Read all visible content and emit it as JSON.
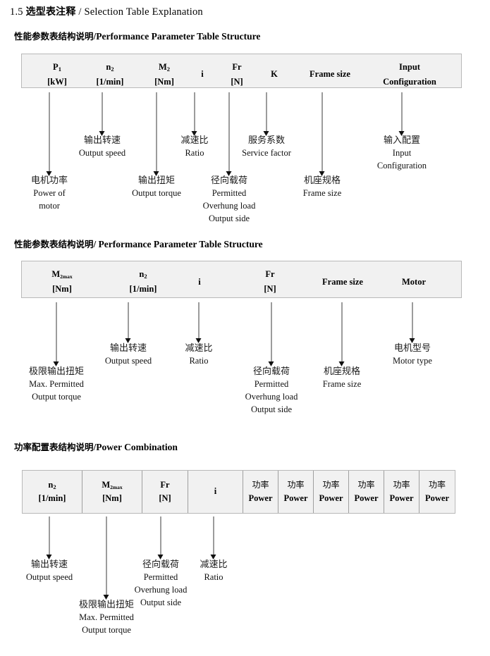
{
  "title": {
    "number": "1.5",
    "cn": "选型表注释",
    "sep": "/",
    "en": "Selection Table Explanation"
  },
  "sections": [
    {
      "id": "performance-1",
      "heading_cn": "性能参数表结构说明",
      "heading_sep": "/",
      "heading_en": "Performance Parameter Table Structure",
      "columns": [
        {
          "top": "P",
          "top_sub": "1",
          "bottom": "[kW]"
        },
        {
          "top": "n",
          "top_sub": "2",
          "bottom": "[1/min]"
        },
        {
          "top": "M",
          "top_sub": "2",
          "bottom": "[Nm]"
        },
        {
          "top": "i",
          "top_sub": "",
          "bottom": ""
        },
        {
          "top": "Fr",
          "top_sub": "",
          "bottom": "[N]"
        },
        {
          "top": "K",
          "top_sub": "",
          "bottom": ""
        },
        {
          "top": "Frame size",
          "top_sub": "",
          "bottom": ""
        },
        {
          "top": "Input",
          "top_sub": "",
          "bottom": "Configuration"
        }
      ],
      "callouts": [
        {
          "cn": "电机功率",
          "en": [
            "Power of",
            "motor"
          ]
        },
        {
          "cn": "输出转速",
          "en": [
            "Output speed"
          ]
        },
        {
          "cn": "输出扭矩",
          "en": [
            "Output torque"
          ]
        },
        {
          "cn": "减速比",
          "en": [
            "Ratio"
          ]
        },
        {
          "cn": "径向载荷",
          "en": [
            "Permitted",
            "Overhung load",
            "Output side"
          ]
        },
        {
          "cn": "服务系数",
          "en": [
            "Service factor"
          ]
        },
        {
          "cn": "机座规格",
          "en": [
            "Frame size"
          ]
        },
        {
          "cn": "输入配置",
          "en": [
            "Input",
            "Configuration"
          ]
        }
      ]
    },
    {
      "id": "performance-2",
      "heading_cn": "性能参数表结构说明",
      "heading_sep": "/",
      "heading_en": "Performance Parameter Table Structure",
      "columns": [
        {
          "top": "M",
          "top_sub": "2max",
          "bottom": "[Nm]"
        },
        {
          "top": "n",
          "top_sub": "2",
          "bottom": "[1/min]"
        },
        {
          "top": "i",
          "top_sub": "",
          "bottom": ""
        },
        {
          "top": "Fr",
          "top_sub": "",
          "bottom": "[N]"
        },
        {
          "top": "Frame size",
          "top_sub": "",
          "bottom": ""
        },
        {
          "top": "Motor",
          "top_sub": "",
          "bottom": ""
        }
      ],
      "callouts": [
        {
          "cn": "极限输出扭矩",
          "en": [
            "Max. Permitted",
            "Output  torque"
          ]
        },
        {
          "cn": "输出转速",
          "en": [
            "Output speed"
          ]
        },
        {
          "cn": "减速比",
          "en": [
            "Ratio"
          ]
        },
        {
          "cn": "径向载荷",
          "en": [
            "Permitted",
            "Overhung load",
            "Output side"
          ]
        },
        {
          "cn": "机座规格",
          "en": [
            "Frame size"
          ]
        },
        {
          "cn": "电机型号",
          "en": [
            "Motor type"
          ]
        }
      ]
    },
    {
      "id": "power-combination",
      "heading_cn": "功率配置表结构说明",
      "heading_sep": "/",
      "heading_en": "Power Combination",
      "columns": [
        {
          "top": "n",
          "top_sub": "2",
          "bottom": "[1/min]"
        },
        {
          "top": "M",
          "top_sub": "2max",
          "bottom": "[Nm]"
        },
        {
          "top": "Fr",
          "top_sub": "",
          "bottom": "[N]"
        },
        {
          "top": "i",
          "top_sub": "",
          "bottom": ""
        },
        {
          "top_cn": "功率",
          "bottom": "Power"
        },
        {
          "top_cn": "功率",
          "bottom": "Power"
        },
        {
          "top_cn": "功率",
          "bottom": "Power"
        },
        {
          "top_cn": "功率",
          "bottom": "Power"
        },
        {
          "top_cn": "功率",
          "bottom": "Power"
        },
        {
          "top_cn": "功率",
          "bottom": "Power"
        }
      ],
      "callouts": [
        {
          "cn": "输出转速",
          "en": [
            "Output speed"
          ]
        },
        {
          "cn": "极限输出扭矩",
          "en": [
            "Max. Permitted",
            "Output  torque"
          ]
        },
        {
          "cn": "径向载荷",
          "en": [
            "Permitted",
            "Overhung load",
            "Output side"
          ]
        },
        {
          "cn": "减速比",
          "en": [
            "Ratio"
          ]
        }
      ]
    }
  ],
  "colors": {
    "table_fill": "#f1f1f1",
    "table_border": "#b9b9b9",
    "arrow": "#111111",
    "text": "#000000"
  }
}
